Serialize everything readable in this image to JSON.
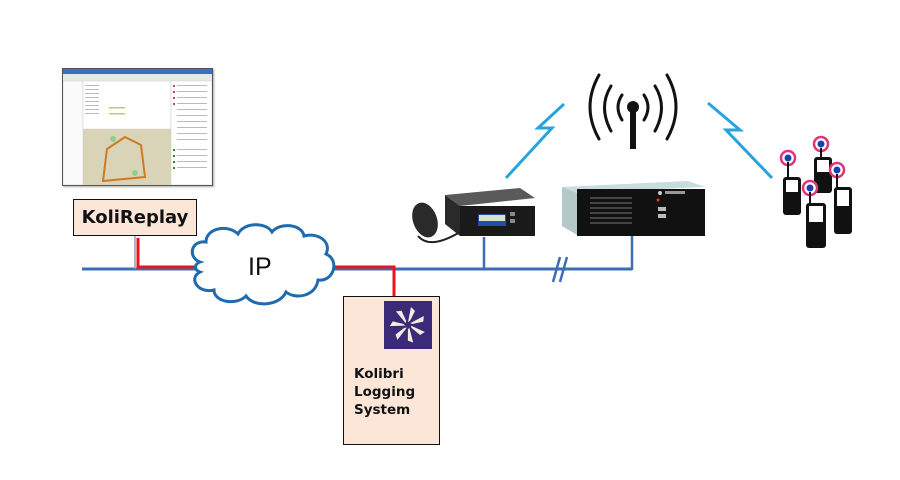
{
  "diagram": {
    "nodes": {
      "koli_replay": {
        "label": "KoliReplay"
      },
      "ip_network": {
        "label": "IP"
      },
      "kolibri_logging": {
        "label": "Kolibri\nLogging\nSystem"
      },
      "mobile_radio": {
        "label": ""
      },
      "repeater": {
        "label": ""
      },
      "antenna": {
        "label": ""
      },
      "handhelds": {
        "label": ""
      }
    },
    "colors": {
      "backbone_line": "#3d6db5",
      "ip_link_line": "#e8141c",
      "cloud_outline": "#1f6bb0",
      "wireless_bolt": "#29a3dc",
      "box_fill": "#fbe6d7",
      "logo_bg": "#3a2a78",
      "antenna": "#111111",
      "handheld_ring": "#e0347a"
    }
  }
}
